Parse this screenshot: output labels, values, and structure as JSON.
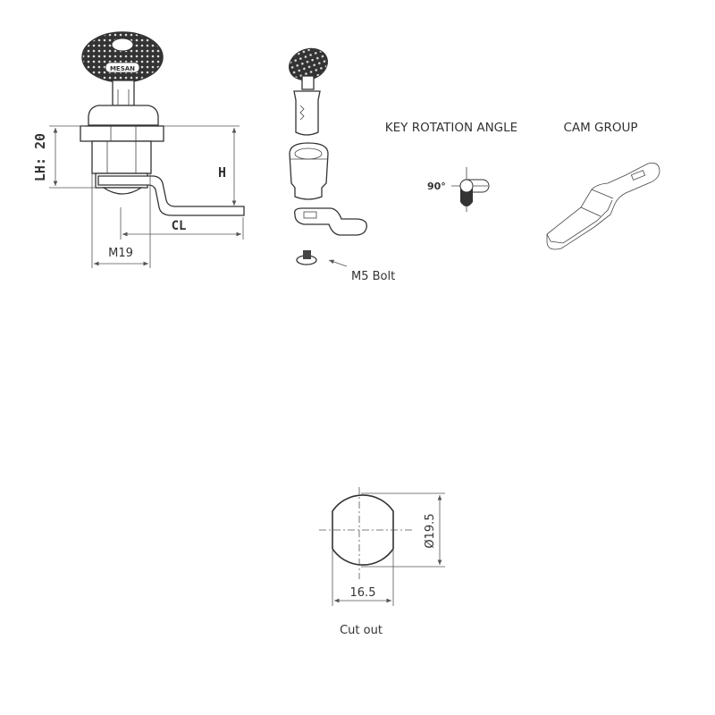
{
  "main_drawing": {
    "key_brand": "MESAN",
    "dimension_lh": "LH: 20",
    "dimension_h": "H",
    "dimension_cl": "CL",
    "dimension_thread": "M19"
  },
  "exploded_view": {
    "bolt_label": "M5 Bolt"
  },
  "key_rotation": {
    "title": "KEY ROTATION ANGLE",
    "angle": "90°"
  },
  "cam_group": {
    "title": "CAM GROUP"
  },
  "cutout": {
    "diameter": "Ø19.5",
    "width": "16.5",
    "label": "Cut out"
  }
}
